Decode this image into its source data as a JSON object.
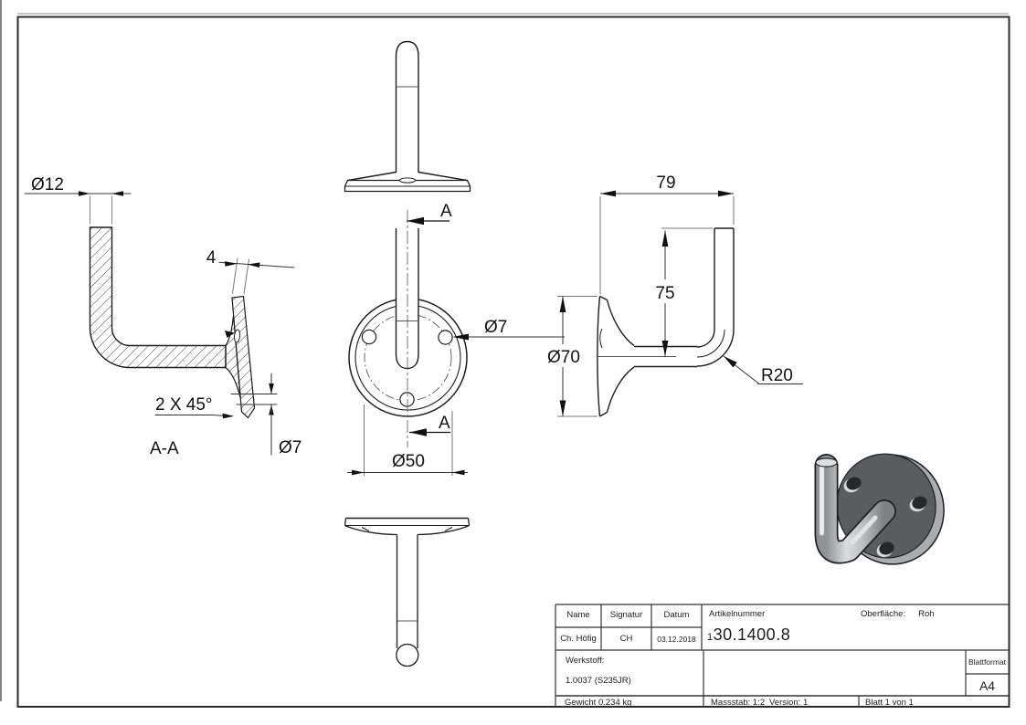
{
  "drawing": {
    "dims": {
      "rod_diameter": "Ø12",
      "plate_thickness": "4",
      "chamfer": "2 X 45°",
      "section_label": "A-A",
      "hole_small": "Ø7",
      "hole_callout": "Ø7",
      "bolt_circle": "Ø50",
      "width": "79",
      "height": "75",
      "plate_diameter": "Ø70",
      "bend_radius": "R20",
      "section_arrow_top": "A",
      "section_arrow_bottom": "A"
    }
  },
  "title_block": {
    "name_label": "Name",
    "signatur_label": "Signatur",
    "datum_label": "Datum",
    "artikelnummer_label": "Artikelnummer",
    "oberflaeche_label": "Oberfläche:",
    "oberflaeche_value": "Roh",
    "name_value": "Ch. Höfig",
    "signatur_value": "CH",
    "datum_value": "03.12.2018",
    "artikelnummer_value": "130.1400.8",
    "werkstoff_label": "Werkstoff:",
    "werkstoff_value": "1.0037 (S235JR)",
    "blattformat_label": "Blattformat",
    "blattformat_value": "A4",
    "gewicht": "Gewicht 0.234 kg",
    "massstab": "Massstab: 1:2",
    "version": "Version: 1",
    "blatt": "Blatt 1 von 1"
  }
}
